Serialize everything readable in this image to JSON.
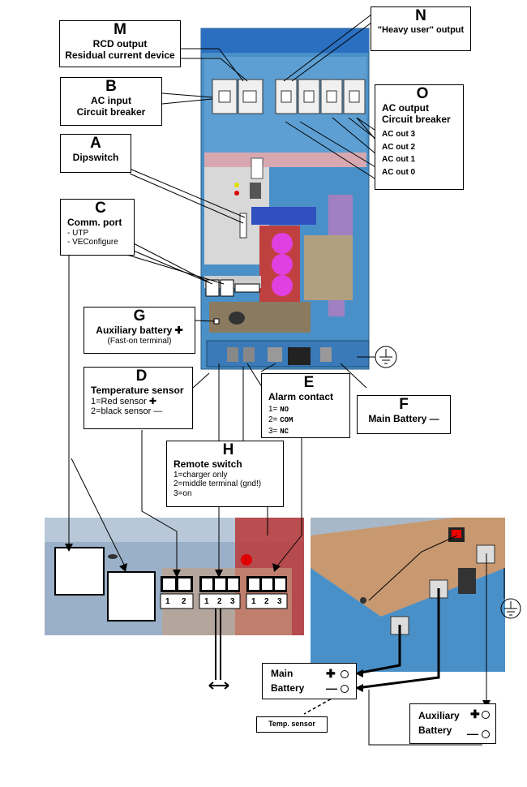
{
  "labels": {
    "M": {
      "letter": "M",
      "line1": "RCD output",
      "line2": "Residual current device"
    },
    "N": {
      "letter": "N",
      "line1": "\"Heavy user\" output"
    },
    "B": {
      "letter": "B",
      "line1": "AC input",
      "line2": "Circuit breaker"
    },
    "O": {
      "letter": "O",
      "line1": "AC output",
      "line2": "Circuit breaker",
      "outs": [
        "AC out 3",
        "AC out 2",
        "AC out 1",
        "AC out 0"
      ]
    },
    "A": {
      "letter": "A",
      "line1": "Dipswitch"
    },
    "C": {
      "letter": "C",
      "line1": "Comm. port",
      "items": [
        "- UTP",
        "- VEConfigure"
      ]
    },
    "G": {
      "letter": "G",
      "line1": "Auxiliary battery ✚",
      "note": "(Fast-on terminal)"
    },
    "D": {
      "letter": "D",
      "line1": "Temperature sensor",
      "items": [
        "1=Red    sensor ✚",
        "2=black  sensor —"
      ]
    },
    "E": {
      "letter": "E",
      "line1": "Alarm contact",
      "items": [
        "1=",
        "2=",
        "3="
      ],
      "codes": [
        "NO",
        "COM",
        "NC"
      ]
    },
    "F": {
      "letter": "F",
      "line1": "Main Battery —"
    },
    "H": {
      "letter": "H",
      "line1": "Remote switch",
      "items": [
        "1=charger only",
        "2=middle terminal (gnd!)",
        "3=on"
      ]
    }
  },
  "terminals": {
    "d": [
      "1",
      "2"
    ],
    "h": [
      "1",
      "2",
      "3"
    ],
    "e": [
      "1",
      "2",
      "3"
    ]
  },
  "batteries": {
    "main": {
      "line1": "Main",
      "line2": "Battery",
      "plus": "✚",
      "minus": "—"
    },
    "aux": {
      "line1": "Auxiliary",
      "line2": "Battery",
      "plus": "✚",
      "minus": "—"
    },
    "temp_sensor": "Temp. sensor"
  },
  "colors": {
    "enclosure": "#4a90c8",
    "enclosure_top": "#2a6fc0",
    "pcb": "#8a7a60",
    "capacitor": "#e040e0",
    "board": "#c8a0a0"
  }
}
